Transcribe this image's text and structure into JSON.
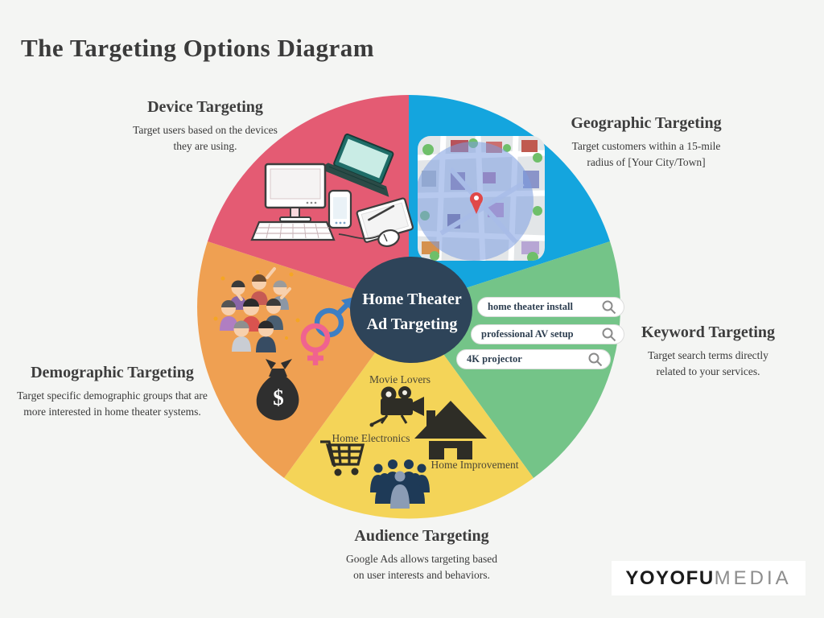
{
  "page": {
    "title": "The Targeting Options Diagram",
    "background_color": "#f4f5f3"
  },
  "center": {
    "line1": "Home Theater",
    "line2": "Ad Targeting",
    "color": "#2e4459"
  },
  "segments": {
    "device": {
      "label": "Device Targeting",
      "desc1": "Target users based on the devices",
      "desc2": "they are using.",
      "color": "#e45b73"
    },
    "geographic": {
      "label": "Geographic Targeting",
      "desc1": "Target customers within a 15-mile",
      "desc2": "radius of [Your City/Town]",
      "color": "#14a5de"
    },
    "keyword": {
      "label": "Keyword Targeting",
      "desc1": "Target search terms directly",
      "desc2": "related to your services.",
      "color": "#74c488"
    },
    "audience": {
      "label": "Audience Targeting",
      "desc1": "Google Ads allows targeting based",
      "desc2": "on user interests and behaviors.",
      "color": "#f4d458"
    },
    "demographic": {
      "label": "Demographic Targeting",
      "desc1": "Target specific demographic groups that are",
      "desc2": "more interested in home theater systems.",
      "color": "#efa052"
    }
  },
  "keywords": {
    "pill1": "home theater install",
    "pill2": "professional AV setup",
    "pill3": "4K projector"
  },
  "interests": {
    "movie": "Movie Lovers",
    "electronics": "Home Electronics",
    "improvement": "Home Improvement"
  },
  "money_bag_symbol": "$",
  "logo": {
    "bold": "YOYOFU",
    "light": "MEDIA"
  }
}
